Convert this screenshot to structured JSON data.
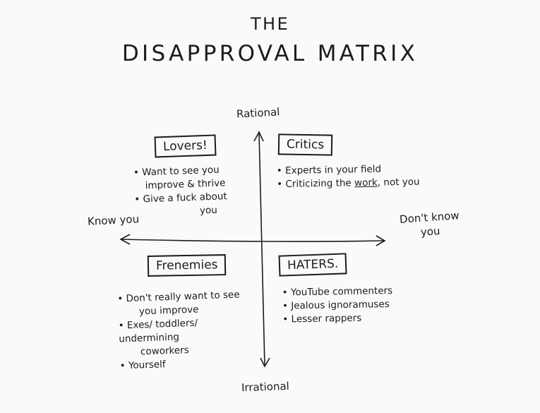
{
  "title": {
    "line1": "THE",
    "line2": "DISAPPROVAL MATRIX"
  },
  "axes": {
    "top": "Rational",
    "bottom": "Irrational",
    "left": "Know you",
    "right_line1": "Don't know",
    "right_line2": "you"
  },
  "quadrants": {
    "lovers": {
      "label": "Lovers!",
      "items": [
        {
          "line1": "Want to see you",
          "line2": "improve & thrive"
        },
        {
          "line1": "Give a fuck about",
          "line2": "you"
        }
      ]
    },
    "critics": {
      "label": "Critics",
      "items": [
        {
          "text": "Experts in your field"
        },
        {
          "before": "Criticizing the ",
          "emphasis": "work",
          "after": ", not you"
        }
      ]
    },
    "frenemies": {
      "label": "Frenemies",
      "items": [
        {
          "line1": "Don't really want to see",
          "line2": "you improve"
        },
        {
          "line1": "Exes/ toddlers/ undermining",
          "line2": "coworkers"
        },
        {
          "text": "Yourself"
        }
      ]
    },
    "haters": {
      "label": "HATERS.",
      "items": [
        {
          "text": "YouTube commenters"
        },
        {
          "text": "Jealous ignoramuses"
        },
        {
          "text": "Lesser rappers"
        }
      ]
    }
  }
}
